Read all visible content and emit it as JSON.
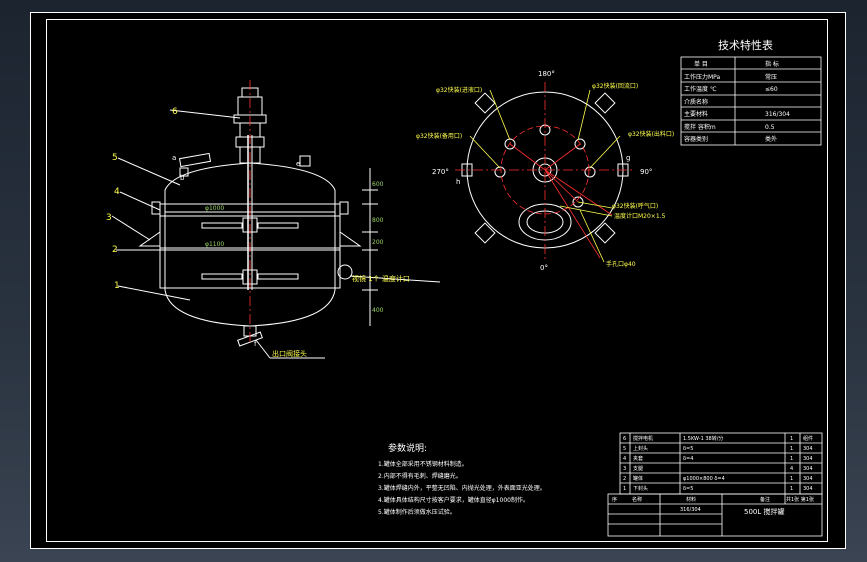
{
  "tech_table": {
    "title": "技术特性表",
    "header": [
      "单 目",
      "指 标"
    ],
    "rows": [
      [
        "工作压力MPa",
        "常压"
      ],
      [
        "工作温度 ℃",
        "≤60"
      ],
      [
        "介质名称",
        ""
      ],
      [
        "主要材料",
        "316/304"
      ],
      [
        "搅拌 容积m",
        "0.5"
      ],
      [
        "容器类别",
        "类外"
      ]
    ]
  },
  "notes": {
    "title": "参数说明:",
    "lines": [
      "1.罐体全部采用不锈钢材料制造。",
      "2.内部不得有毛刺、焊缝磨光。",
      "3.罐体焊缝内外，平整无凹陷、内抛光处理，外表面亚光处理。",
      "4.罐体具体结构尺寸按客户要求，罐体直径φ1000制作。",
      "5.罐体制作后须做水压试验。"
    ]
  },
  "front_view": {
    "part_numbers": [
      "1",
      "2",
      "3",
      "4",
      "5",
      "6"
    ],
    "dim_inner": "φ1000",
    "dim_jacket": "φ1100",
    "dim_top": "600",
    "dim_mid": "800",
    "dim_side": "200",
    "dim_bottom": "400",
    "label_sight": "视镜 1个 温度计口",
    "label_outlet": "出口阀接头",
    "letter_a": "a",
    "letter_e": "e",
    "letter_b": "b",
    "letter_f": "f"
  },
  "top_view": {
    "angle_top": "180°",
    "angle_bottom": "0°",
    "angle_left": "270°",
    "angle_right": "90°",
    "letter_h": "h",
    "letter_g": "g",
    "labels": [
      "φ32快装(进液口)",
      "φ32快装(备用口)",
      "φ32快装(回流口)",
      "φ32快装(出料口)",
      "φ32快装(呼气口)",
      "温度计口M20×1.5",
      "手孔口φ40"
    ]
  },
  "parts_list": {
    "rows": [
      [
        "6",
        "搅拌电机",
        "1.5KW-1 38转/分",
        "1",
        "组件"
      ],
      [
        "5",
        "上封头",
        "δ=5",
        "1",
        "304"
      ],
      [
        "4",
        "夹套",
        "δ=4",
        "1",
        "304"
      ],
      [
        "3",
        "支腿",
        "",
        "4",
        "304"
      ],
      [
        "2",
        "罐体",
        "φ1000×800 δ=4",
        "1",
        "304"
      ],
      [
        "1",
        "下封头",
        "δ=5",
        "1",
        "304"
      ]
    ],
    "header": [
      "序",
      "名称",
      "材料",
      "备注"
    ],
    "material": "316/304",
    "drawing_title": "500L 搅拌罐",
    "footer": "共1张 第1张"
  }
}
